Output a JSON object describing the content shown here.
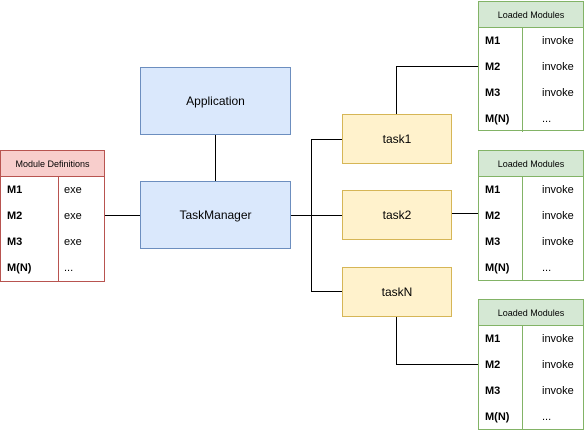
{
  "nodes": {
    "application": "Application",
    "task_manager": "TaskManager",
    "task1": "task1",
    "task2": "task2",
    "taskN": "taskN"
  },
  "module_definitions": {
    "title": "Module Definitions",
    "rows": [
      {
        "module": "M1",
        "value": "exe"
      },
      {
        "module": "M2",
        "value": "exe"
      },
      {
        "module": "M3",
        "value": "exe"
      },
      {
        "module": "M(N)",
        "value": "..."
      }
    ]
  },
  "loaded_modules": [
    {
      "title": "Loaded Modules",
      "rows": [
        {
          "module": "M1",
          "value": "invoke"
        },
        {
          "module": "M2",
          "value": "invoke"
        },
        {
          "module": "M3",
          "value": "invoke"
        },
        {
          "module": "M(N)",
          "value": "..."
        }
      ]
    },
    {
      "title": "Loaded Modules",
      "rows": [
        {
          "module": "M1",
          "value": "invoke"
        },
        {
          "module": "M2",
          "value": "invoke"
        },
        {
          "module": "M3",
          "value": "invoke"
        },
        {
          "module": "M(N)",
          "value": "..."
        }
      ]
    },
    {
      "title": "Loaded Modules",
      "rows": [
        {
          "module": "M1",
          "value": "invoke"
        },
        {
          "module": "M2",
          "value": "invoke"
        },
        {
          "module": "M3",
          "value": "invoke"
        },
        {
          "module": "M(N)",
          "value": "..."
        }
      ]
    }
  ]
}
